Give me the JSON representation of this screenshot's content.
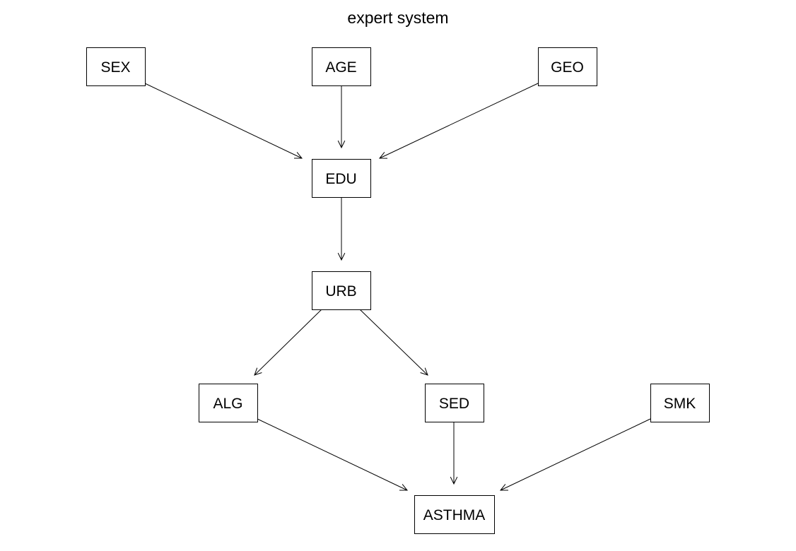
{
  "title": "expert system",
  "nodes": [
    {
      "id": "SEX",
      "label": "SEX"
    },
    {
      "id": "AGE",
      "label": "AGE"
    },
    {
      "id": "GEO",
      "label": "GEO"
    },
    {
      "id": "EDU",
      "label": "EDU"
    },
    {
      "id": "URB",
      "label": "URB"
    },
    {
      "id": "ALG",
      "label": "ALG"
    },
    {
      "id": "SED",
      "label": "SED"
    },
    {
      "id": "SMK",
      "label": "SMK"
    },
    {
      "id": "ASTHMA",
      "label": "ASTHMA"
    }
  ],
  "edges": [
    {
      "from": "SEX",
      "to": "EDU"
    },
    {
      "from": "AGE",
      "to": "EDU"
    },
    {
      "from": "GEO",
      "to": "EDU"
    },
    {
      "from": "EDU",
      "to": "URB"
    },
    {
      "from": "URB",
      "to": "ALG"
    },
    {
      "from": "URB",
      "to": "SED"
    },
    {
      "from": "ALG",
      "to": "ASTHMA"
    },
    {
      "from": "SED",
      "to": "ASTHMA"
    },
    {
      "from": "SMK",
      "to": "ASTHMA"
    }
  ]
}
